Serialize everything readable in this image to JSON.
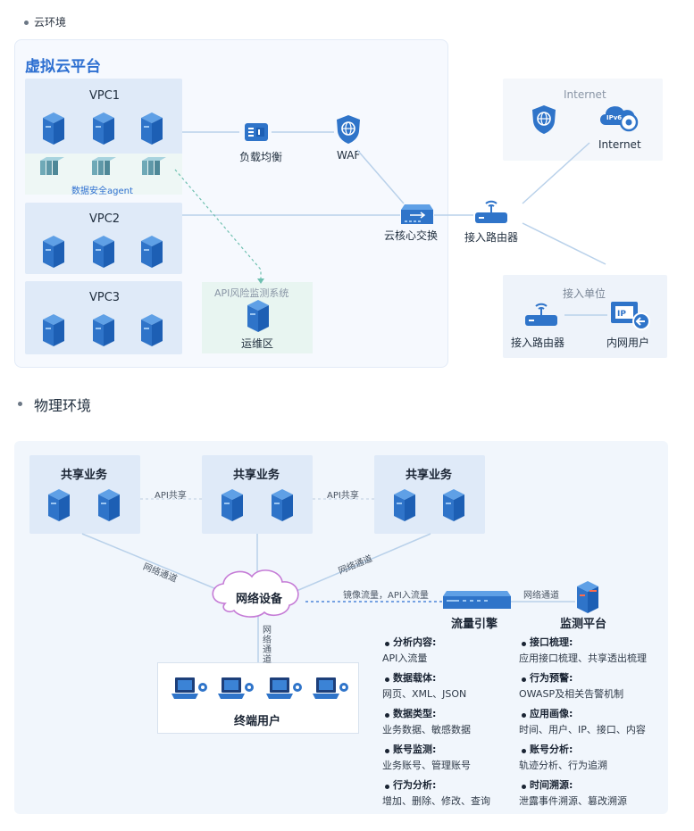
{
  "sections": {
    "cloud_heading": "云环境",
    "physical_heading": "物理环境"
  },
  "cloud": {
    "platform_title": "虚拟云平台",
    "vpcs": [
      "VPC1",
      "VPC2",
      "VPC3"
    ],
    "agent_label": "数据安全agent",
    "load_balancer": "负载均衡",
    "waf": "WAF",
    "core_switch": "云核心交换",
    "access_router": "接入路由器",
    "ops_title": "API风险监测系统",
    "ops_label": "运维区",
    "internet_title": "Internet",
    "internet_label": "Internet",
    "ipv6_badge": "IPv6",
    "access_unit_title": "接入单位",
    "unit_router": "接入路由器",
    "intranet_user": "内网用户",
    "ip_badge": "IP"
  },
  "physical": {
    "biz_boxes": [
      "共享业务",
      "共享业务",
      "共享业务"
    ],
    "api_share": [
      "API共享",
      "API共享"
    ],
    "net_channel_left": "网络通道",
    "net_channel_right": "网络通道",
    "net_channel_vertical": [
      "网",
      "络",
      "通",
      "道"
    ],
    "network_device": "网络设备",
    "mirror_label": "镜像流量，API入流量",
    "flow_engine": "流量引擎",
    "engine_channel": "网络通道",
    "monitor_platform": "监测平台",
    "terminal_users": "终端用户",
    "features_left": [
      {
        "title": "分析内容:",
        "desc": "API入流量"
      },
      {
        "title": "数据载体:",
        "desc": "网页、XML、JSON"
      },
      {
        "title": "数据类型:",
        "desc": "业务数据、敏感数据"
      },
      {
        "title": "账号监测:",
        "desc": "业务账号、管理账号"
      },
      {
        "title": "行为分析:",
        "desc": "增加、删除、修改、查询"
      }
    ],
    "features_right": [
      {
        "title": "接口梳理:",
        "desc": "应用接口梳理、共享透出梳理"
      },
      {
        "title": "行为预警:",
        "desc": "OWASP及相关告警机制"
      },
      {
        "title": "应用画像:",
        "desc": "时间、用户、IP、接口、内容"
      },
      {
        "title": "账号分析:",
        "desc": "轨迹分析、行为追溯"
      },
      {
        "title": "时间溯源:",
        "desc": "泄露事件溯源、篡改溯源"
      }
    ]
  },
  "colors": {
    "primary": "#2d6fd1",
    "server": "#2f74c9",
    "line": "#b9d1ea",
    "dashed_green": "#6fc0b0",
    "cloud_outline": "#c57bd6"
  }
}
